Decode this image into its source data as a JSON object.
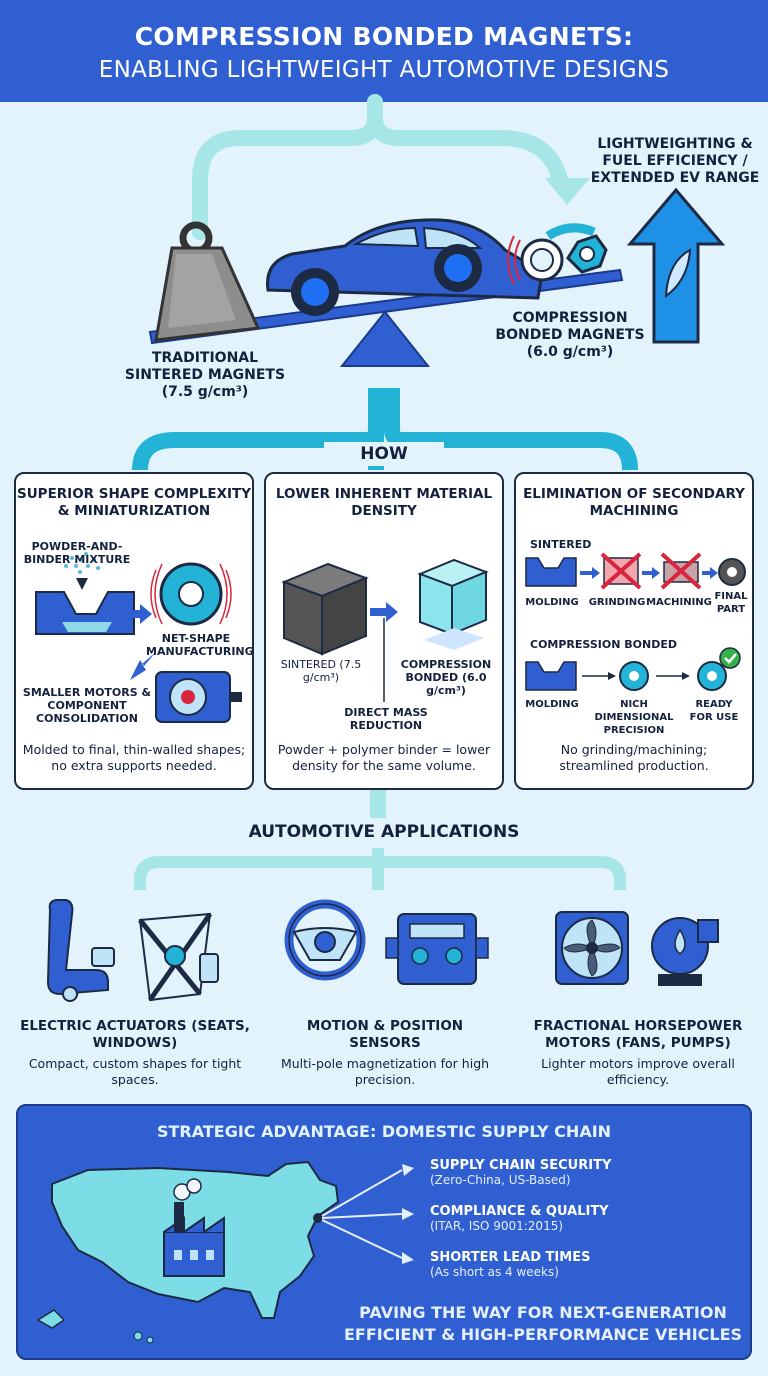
{
  "header": {
    "title": "COMPRESSION BONDED MAGNETS:",
    "subtitle": "ENABLING LIGHTWEIGHT AUTOMOTIVE DESIGNS"
  },
  "hero": {
    "benefit_label": "LIGHTWEIGHTING & FUEL EFFICIENCY / EXTENDED EV RANGE",
    "traditional_label": "TRADITIONAL SINTERED MAGNETS",
    "traditional_density": "(7.5 g/cm³)",
    "bonded_label": "COMPRESSION BONDED MAGNETS",
    "bonded_density": "(6.0 g/cm³)"
  },
  "how": {
    "title": "HOW",
    "cards": [
      {
        "title": "SUPERIOR SHAPE COMPLEXITY & MINIATURIZATION",
        "captions": [
          "POWDER-AND-BINDER MIXTURE",
          "NET-SHAPE MANUFACTURING",
          "SMALLER MOTORS & COMPONENT CONSOLIDATION"
        ],
        "footer": "Molded to final, thin-walled shapes; no extra supports needed."
      },
      {
        "title": "LOWER INHERENT MATERIAL DENSITY",
        "captions": [
          "SINTERED (7.5 g/cm³)",
          "COMPRESSION BONDED (6.0 g/cm³)",
          "DIRECT MASS REDUCTION"
        ],
        "footer": "Powder + polymer binder = lower density for the same volume."
      },
      {
        "title": "ELIMINATION OF SECONDARY MACHINING",
        "sintered_label": "SINTERED",
        "sintered_steps": [
          "MOLDING",
          "GRINDING",
          "MACHINING",
          "FINAL PART"
        ],
        "bonded_label": "COMPRESSION BONDED",
        "bonded_steps": [
          "MOLDING",
          "NICH DIMENSIONAL PRECISION",
          "READY FOR USE"
        ],
        "footer": "No grinding/machining; streamlined production."
      }
    ]
  },
  "applications": {
    "title": "AUTOMOTIVE APPLICATIONS",
    "items": [
      {
        "title": "ELECTRIC ACTUATORS (SEATS, WINDOWS)",
        "desc": "Compact, custom shapes for tight spaces."
      },
      {
        "title": "MOTION & POSITION SENSORS",
        "desc": "Multi-pole magnetization for high precision."
      },
      {
        "title": "FRACTIONAL HORSEPOWER MOTORS (FANS, PUMPS)",
        "desc": "Lighter motors improve overall efficiency."
      }
    ]
  },
  "strategy": {
    "title": "STRATEGIC ADVANTAGE: DOMESTIC SUPPLY CHAIN",
    "advantages": [
      {
        "title": "SUPPLY CHAIN SECURITY",
        "sub": "(Zero-China, US-Based)"
      },
      {
        "title": "COMPLIANCE & QUALITY",
        "sub": "(ITAR, ISO 9001:2015)"
      },
      {
        "title": "SHORTER LEAD TIMES",
        "sub": "(As short as 4 weeks)"
      }
    ],
    "footer": "PAVING THE WAY FOR NEXT-GENERATION EFFICIENT & HIGH-PERFORMANCE VEHICLES"
  },
  "colors": {
    "brand_blue": "#2f5fd0",
    "cyan": "#22b3d6",
    "background": "#e3f3fb",
    "dark_navy": "#1d2a44",
    "x_red": "#d7263d",
    "check_green": "#36b24a"
  }
}
